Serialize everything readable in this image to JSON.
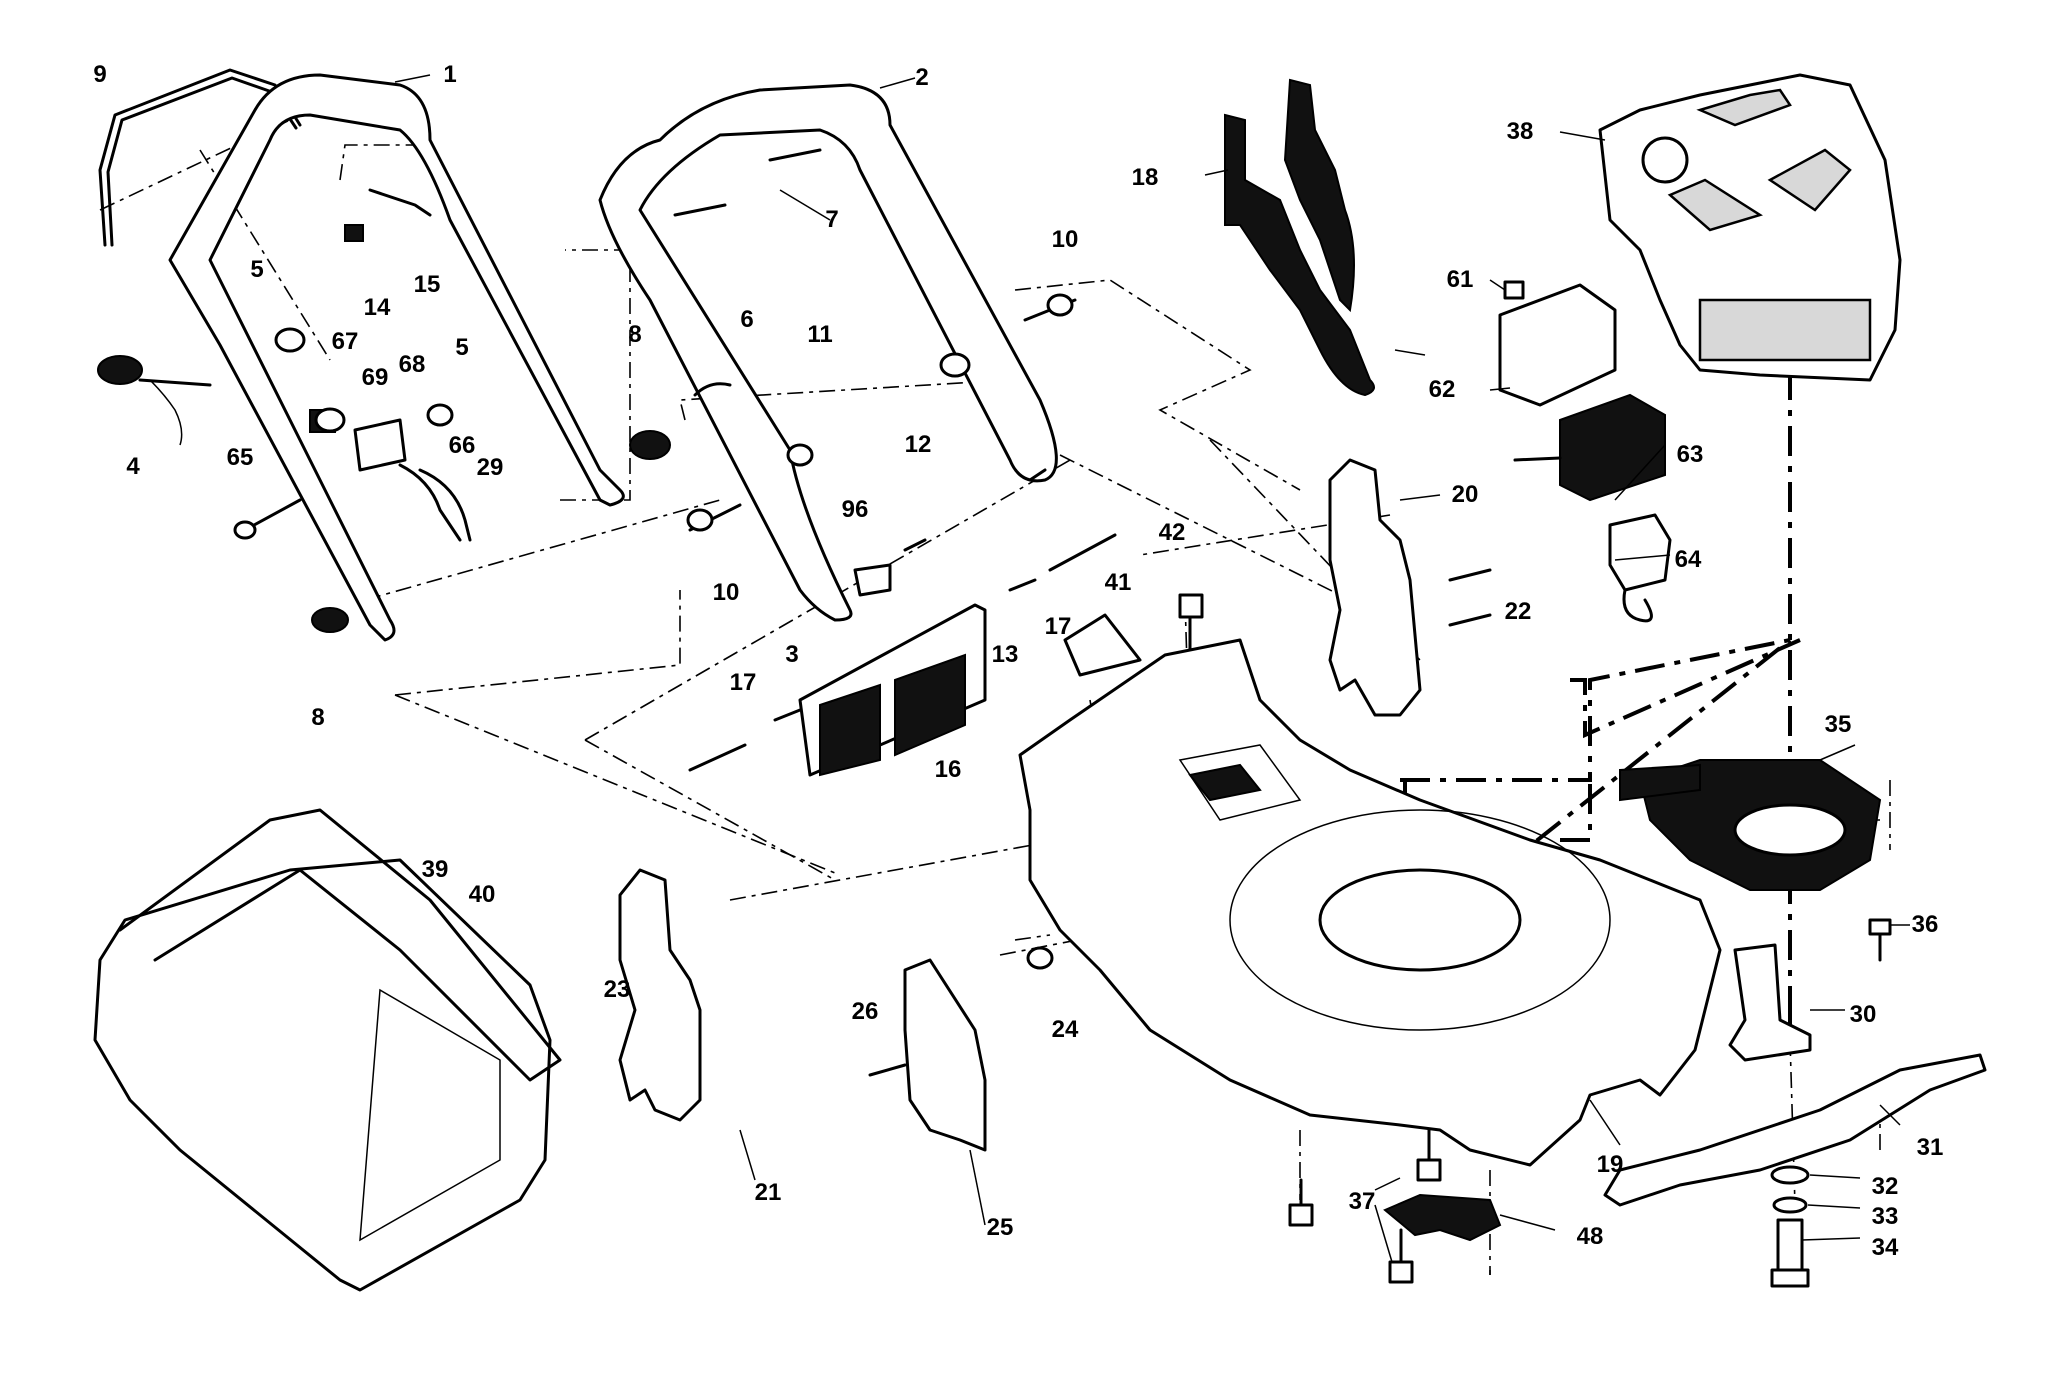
{
  "callouts": [
    {
      "id": "c9",
      "text": "9"
    },
    {
      "id": "c1",
      "text": "1"
    },
    {
      "id": "c2",
      "text": "2"
    },
    {
      "id": "c7",
      "text": "7"
    },
    {
      "id": "c18",
      "text": "18"
    },
    {
      "id": "c38",
      "text": "38"
    },
    {
      "id": "c14",
      "text": "14"
    },
    {
      "id": "c15",
      "text": "15"
    },
    {
      "id": "c5a",
      "text": "5"
    },
    {
      "id": "c10a",
      "text": "10"
    },
    {
      "id": "c61",
      "text": "61"
    },
    {
      "id": "c6",
      "text": "6"
    },
    {
      "id": "c11",
      "text": "11"
    },
    {
      "id": "c67",
      "text": "67"
    },
    {
      "id": "c5b",
      "text": "5"
    },
    {
      "id": "c69",
      "text": "69"
    },
    {
      "id": "c68",
      "text": "68"
    },
    {
      "id": "c8a",
      "text": "8"
    },
    {
      "id": "c62",
      "text": "62"
    },
    {
      "id": "c12",
      "text": "12"
    },
    {
      "id": "c63",
      "text": "63"
    },
    {
      "id": "c4",
      "text": "4"
    },
    {
      "id": "c65",
      "text": "65"
    },
    {
      "id": "c66",
      "text": "66"
    },
    {
      "id": "c29",
      "text": "29"
    },
    {
      "id": "c20",
      "text": "20"
    },
    {
      "id": "c96",
      "text": "96"
    },
    {
      "id": "c42",
      "text": "42"
    },
    {
      "id": "c10b",
      "text": "10"
    },
    {
      "id": "c64",
      "text": "64"
    },
    {
      "id": "c22",
      "text": "22"
    },
    {
      "id": "c41",
      "text": "41"
    },
    {
      "id": "c17a",
      "text": "17"
    },
    {
      "id": "c13",
      "text": "13"
    },
    {
      "id": "c3",
      "text": "3"
    },
    {
      "id": "c8b",
      "text": "8"
    },
    {
      "id": "c17b",
      "text": "17"
    },
    {
      "id": "c35",
      "text": "35"
    },
    {
      "id": "c16",
      "text": "16"
    },
    {
      "id": "c39",
      "text": "39"
    },
    {
      "id": "c40",
      "text": "40"
    },
    {
      "id": "c36",
      "text": "36"
    },
    {
      "id": "c23",
      "text": "23"
    },
    {
      "id": "c26",
      "text": "26"
    },
    {
      "id": "c24",
      "text": "24"
    },
    {
      "id": "c30",
      "text": "30"
    },
    {
      "id": "c31",
      "text": "31"
    },
    {
      "id": "c19",
      "text": "19"
    },
    {
      "id": "c21",
      "text": "21"
    },
    {
      "id": "c32",
      "text": "32"
    },
    {
      "id": "c37",
      "text": "37"
    },
    {
      "id": "c33",
      "text": "33"
    },
    {
      "id": "c25",
      "text": "25"
    },
    {
      "id": "c48",
      "text": "48"
    },
    {
      "id": "c34",
      "text": "34"
    }
  ]
}
